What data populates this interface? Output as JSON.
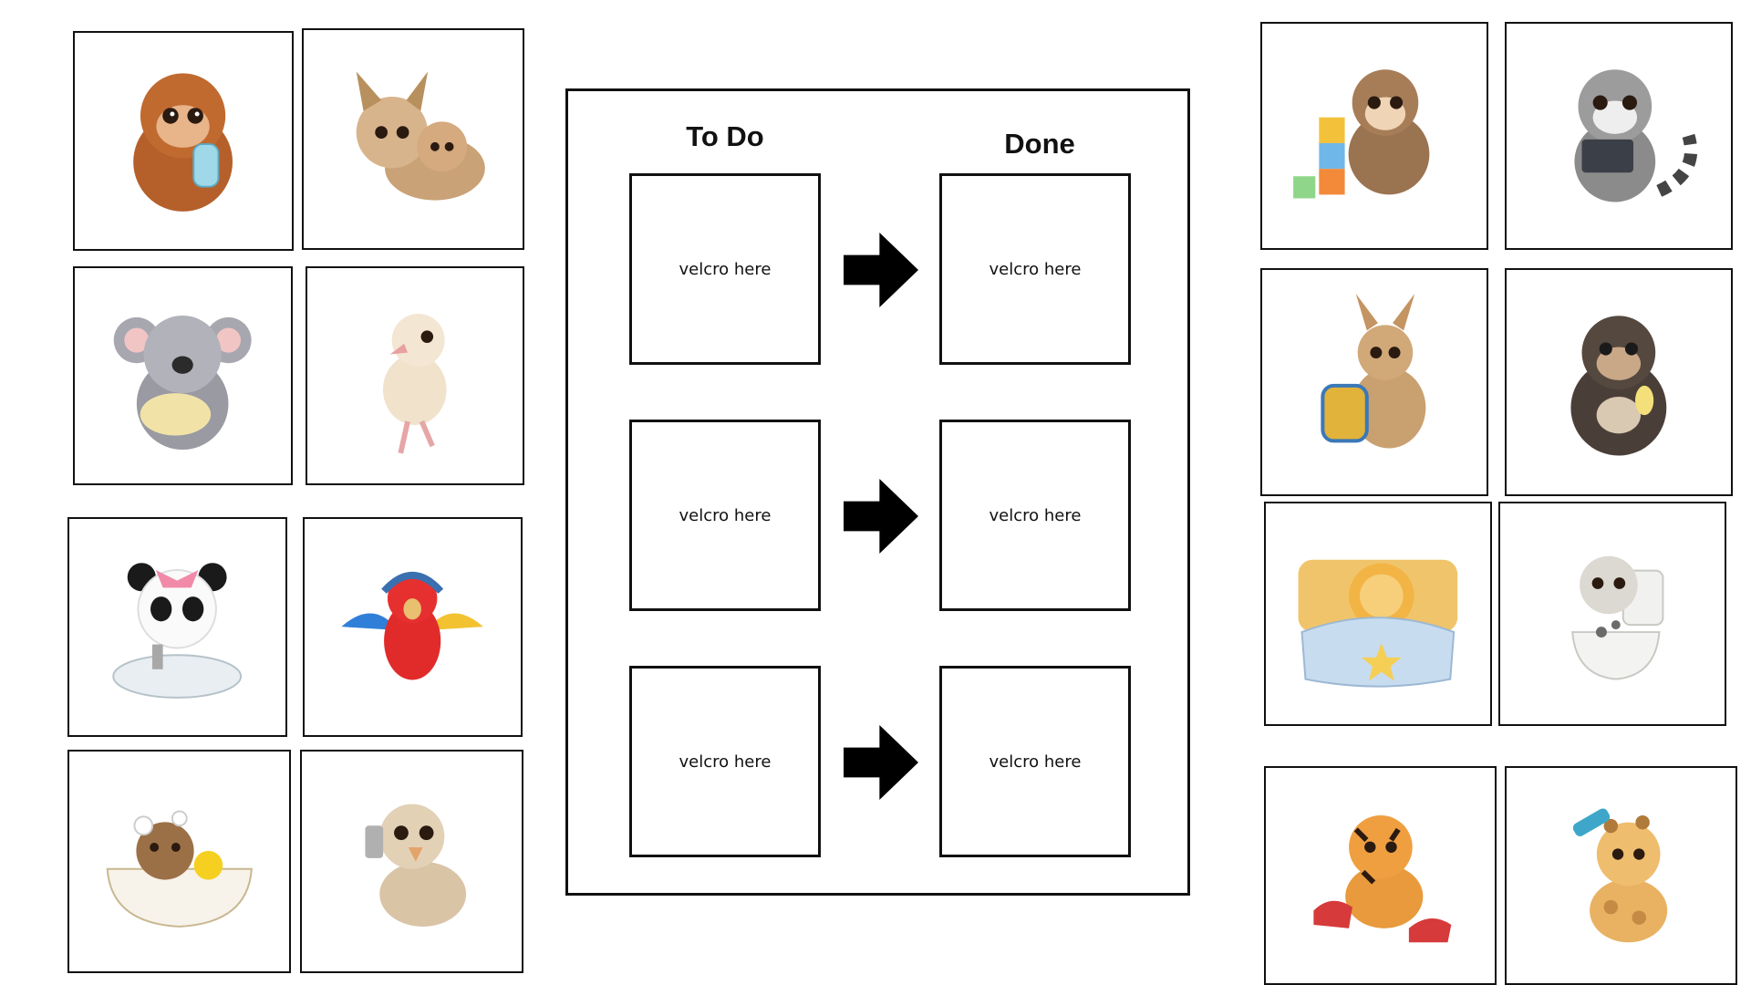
{
  "board": {
    "todo_title": "To Do",
    "done_title": "Done",
    "rows": [
      {
        "todo_slot": "velcro here",
        "done_slot": "velcro here"
      },
      {
        "todo_slot": "velcro here",
        "done_slot": "velcro here"
      },
      {
        "todo_slot": "velcro here",
        "done_slot": "velcro here"
      }
    ]
  },
  "left_cards": [
    {
      "icon": "orangutan-with-bottle-icon"
    },
    {
      "icon": "lynx-cubs-cuddling-icon"
    },
    {
      "icon": "koala-hugging-pillow-icon"
    },
    {
      "icon": "baby-ostrich-dancing-icon"
    },
    {
      "icon": "panda-washing-hands-icon"
    },
    {
      "icon": "parrot-with-headphones-icon"
    },
    {
      "icon": "otter-in-bathtub-icon"
    },
    {
      "icon": "ostrich-chick-with-phone-icon"
    }
  ],
  "right_cards": [
    {
      "icon": "monkey-with-abc-blocks-icon"
    },
    {
      "icon": "lemur-with-tablet-icon"
    },
    {
      "icon": "kangaroo-with-backpack-icon"
    },
    {
      "icon": "gorilla-eating-banana-icon"
    },
    {
      "icon": "lion-cub-waking-in-bed-icon"
    },
    {
      "icon": "snow-leopard-on-toilet-icon"
    },
    {
      "icon": "tiger-cub-tying-shoes-icon"
    },
    {
      "icon": "giraffe-brushing-hair-icon"
    }
  ],
  "colors": {
    "border": "#111111",
    "background": "#ffffff"
  }
}
